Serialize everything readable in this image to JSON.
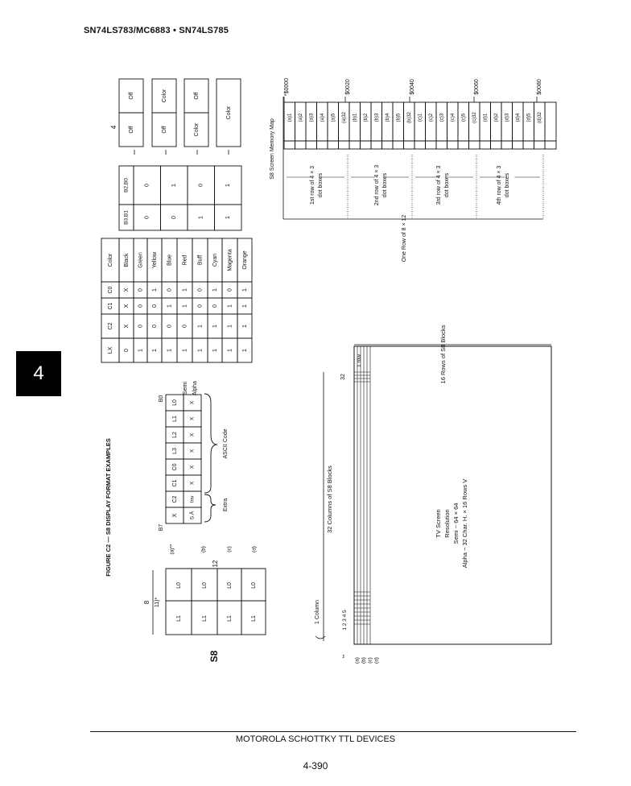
{
  "header": {
    "part_numbers": "SN74LS783/MC6883 • SN74LS785"
  },
  "side_tab": {
    "label": "4"
  },
  "figure": {
    "title": "FIGURE C2 — S8 DISPLAY FORMAT EXAMPLES"
  },
  "s8_grid": {
    "label": "S8",
    "rows": [
      [
        "L1",
        "L0"
      ],
      [
        "L1",
        "L0"
      ],
      [
        "L1",
        "L0"
      ],
      [
        "L1",
        "L0"
      ]
    ],
    "row_labels": [
      "(a)**",
      "(b)",
      "(c)",
      "(d)"
    ],
    "width_label": "8",
    "width_sub": "11)*",
    "height_label": "12"
  },
  "byte_format": {
    "b7_label": "B7",
    "b0_label": "B0",
    "row1": [
      "X",
      "C2",
      "C1",
      "C0",
      "L3",
      "L2",
      "L1",
      "L0"
    ],
    "row2": [
      "S.Ā",
      "Inv",
      "X",
      "X",
      "X",
      "X",
      "X",
      "X"
    ],
    "semi_label": "Semi",
    "alpha_label": "Alpha",
    "ascii_label": "ASCII Code",
    "extra_label": "Extra"
  },
  "color_table": {
    "headers": [
      "LX",
      "C2",
      "C1",
      "C0",
      "Color"
    ],
    "rows": [
      [
        "0",
        "X",
        "X",
        "X",
        "Black"
      ],
      [
        "1",
        "0",
        "0",
        "0",
        "Green"
      ],
      [
        "1",
        "0",
        "0",
        "1",
        "Yellow"
      ],
      [
        "1",
        "0",
        "1",
        "0",
        "Blue"
      ],
      [
        "1",
        "0",
        "1",
        "1",
        "Red"
      ],
      [
        "1",
        "1",
        "0",
        "0",
        "Buff"
      ],
      [
        "1",
        "1",
        "0",
        "1",
        "Cyan"
      ],
      [
        "1",
        "1",
        "1",
        "0",
        "Magenta"
      ],
      [
        "1",
        "1",
        "1",
        "1",
        "Orange"
      ]
    ]
  },
  "bit_table": {
    "headers": [
      "B3,B1",
      "B2,B0"
    ],
    "rows": [
      [
        "0",
        "0"
      ],
      [
        "0",
        "1"
      ],
      [
        "1",
        "0"
      ],
      [
        "1",
        "1"
      ]
    ]
  },
  "display_table": {
    "header": "4",
    "rows": [
      [
        "Off",
        "Off"
      ],
      [
        "Off",
        "Color"
      ],
      [
        "Color",
        "Off"
      ],
      [
        "Color"
      ]
    ]
  },
  "memory_map": {
    "title": "S8 Screen Memory Map",
    "cells": [
      "(a)1",
      "(a)2",
      "(a)3",
      "(a)4",
      "(a)5",
      "(a)32",
      "(b)1",
      "(b)2",
      "(b)3",
      "(b)4",
      "(b)5",
      "(b)32",
      "(c)1",
      "(c)2",
      "(c)3",
      "(c)4",
      "(c)5",
      "(c)32",
      "(d)1",
      "(d)2",
      "(d)3",
      "(d)4",
      "(d)5",
      "(d)32"
    ],
    "addresses": [
      "*$0000",
      "$0020",
      "$0040",
      "$0060",
      "$0080"
    ],
    "row_labels": [
      "1st row of 4 × 3 dot boxes",
      "2nd row of 4 × 3 dot boxes",
      "3rd row of 4 × 3 dot boxes",
      "4th row of 4 × 3 dot boxes"
    ],
    "one_row_label": "One Row of 8 × 12"
  },
  "tv_screen": {
    "title": "TV Screen",
    "line2": "Resolution",
    "line3": "Semi − 64 × 64",
    "line4": "Alpha − 32 Char. H. × 16 Rows V",
    "columns_label": "32 Columns of S8 Blocks",
    "rows_label": "16 Rows of S8 Blocks",
    "one_column": "1 Column",
    "one_row": "1 row",
    "col_numbers": "1 2 3 4 5",
    "left_letters": [
      "(a)",
      "(b)",
      "(c)",
      "(d)"
    ],
    "star": "**",
    "top_num": "32"
  },
  "footer": {
    "company": "MOTOROLA SCHOTTKY TTL DEVICES",
    "page": "4-390"
  }
}
